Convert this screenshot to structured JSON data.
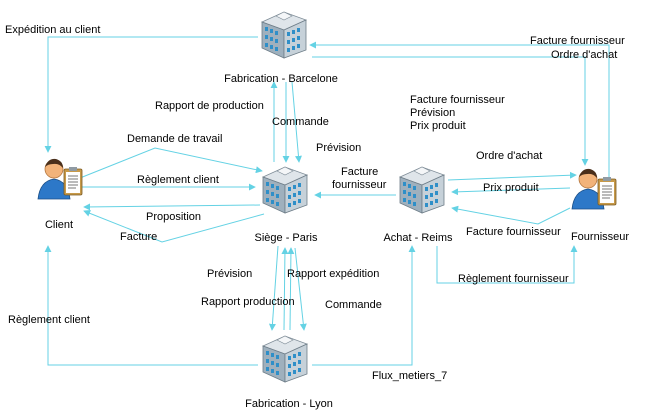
{
  "nodes": {
    "client": {
      "label": "Client",
      "icon": "person-clipboard-icon"
    },
    "fournisseur": {
      "label": "Fournisseur",
      "icon": "person-clipboard-icon"
    },
    "barcelone": {
      "label": "Fabrication - Barcelone",
      "icon": "office-building-icon"
    },
    "paris": {
      "label": "Siège - Paris",
      "icon": "office-building-icon"
    },
    "reims": {
      "label": "Achat - Reims",
      "icon": "office-building-icon"
    },
    "lyon": {
      "label": "Fabrication - Lyon",
      "icon": "office-building-icon"
    }
  },
  "flows": {
    "expedition_client": "Expédition au client",
    "facture_fournisseur_top": "Facture fournisseur",
    "ordre_achat_top": "Ordre d'achat",
    "rapport_production_top": "Rapport de production",
    "commande_top": "Commande",
    "demande_travail": "Demande de travail",
    "prevision_top": "Prévision",
    "reims_block_1": "Facture fournisseur",
    "reims_block_2": "Prévision",
    "reims_block_3": "Prix produit",
    "facture_fournisseur_mid_1": "Facture",
    "facture_fournisseur_mid_2": "fournisseur",
    "reglement_client_mid": "Règlement client",
    "proposition": "Proposition",
    "facture": "Facture",
    "ordre_achat_right": "Ordre d'achat",
    "prix_produit": "Prix produit",
    "facture_fournisseur_right": "Facture fournisseur",
    "reglement_fournisseur": "Règlement fournisseur",
    "prevision_bottom": "Prévision",
    "rapport_expedition": "Rapport expédition",
    "rapport_production_bottom": "Rapport production",
    "commande_bottom": "Commande",
    "reglement_client_left": "Règlement client",
    "flux_label": "Flux_metiers_7"
  },
  "colors": {
    "flow_line": "#64d2e4",
    "building_top": "#cfd6dc",
    "building_window": "#2f8fc8",
    "person_head": "#f2b37a",
    "person_body": "#2d78c8",
    "clipboard": "#c79a4a"
  }
}
